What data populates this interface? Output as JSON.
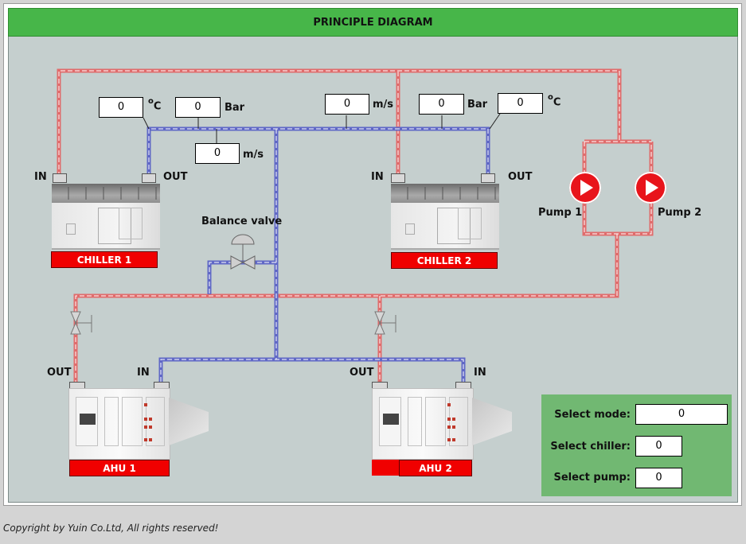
{
  "title": "PRINCIPLE DIAGRAM",
  "pipe_colors": {
    "hot": "#e46a6a",
    "cold": "#5a62c8",
    "header": "#47b649",
    "tag": "#f00000",
    "select_panel": "#71b872",
    "pump": "#e8141b"
  },
  "chiller1": {
    "label": "CHILLER 1",
    "in_label": "IN",
    "out_label": "OUT",
    "temp_value": "0",
    "temp_unit_sup": "o",
    "temp_unit": "C",
    "pressure_value": "0",
    "pressure_unit": "Bar",
    "flow_value": "0",
    "flow_unit": "m/s"
  },
  "chiller2": {
    "label": "CHILLER 2",
    "in_label": "IN",
    "out_label": "OUT",
    "flow_value": "0",
    "flow_unit": "m/s",
    "pressure_value": "0",
    "pressure_unit": "Bar",
    "temp_value": "0",
    "temp_unit_sup": "o",
    "temp_unit": "C"
  },
  "balance_valve_label": "Balance valve",
  "pumps": [
    {
      "label": "Pump 1",
      "icon": "play-icon"
    },
    {
      "label": "Pump 2",
      "icon": "play-icon"
    }
  ],
  "ahu1": {
    "label": "AHU 1",
    "out_label": "OUT",
    "in_label": "IN"
  },
  "ahu2": {
    "label": "AHU 2",
    "out_label": "OUT",
    "in_label": "IN"
  },
  "select": {
    "mode_label": "Select mode:",
    "mode_value": "0",
    "chiller_label": "Select chiller:",
    "chiller_value": "0",
    "pump_label": "Select pump:",
    "pump_value": "0"
  },
  "copyright": "Copyright by Yuin Co.Ltd, All rights reserved!"
}
